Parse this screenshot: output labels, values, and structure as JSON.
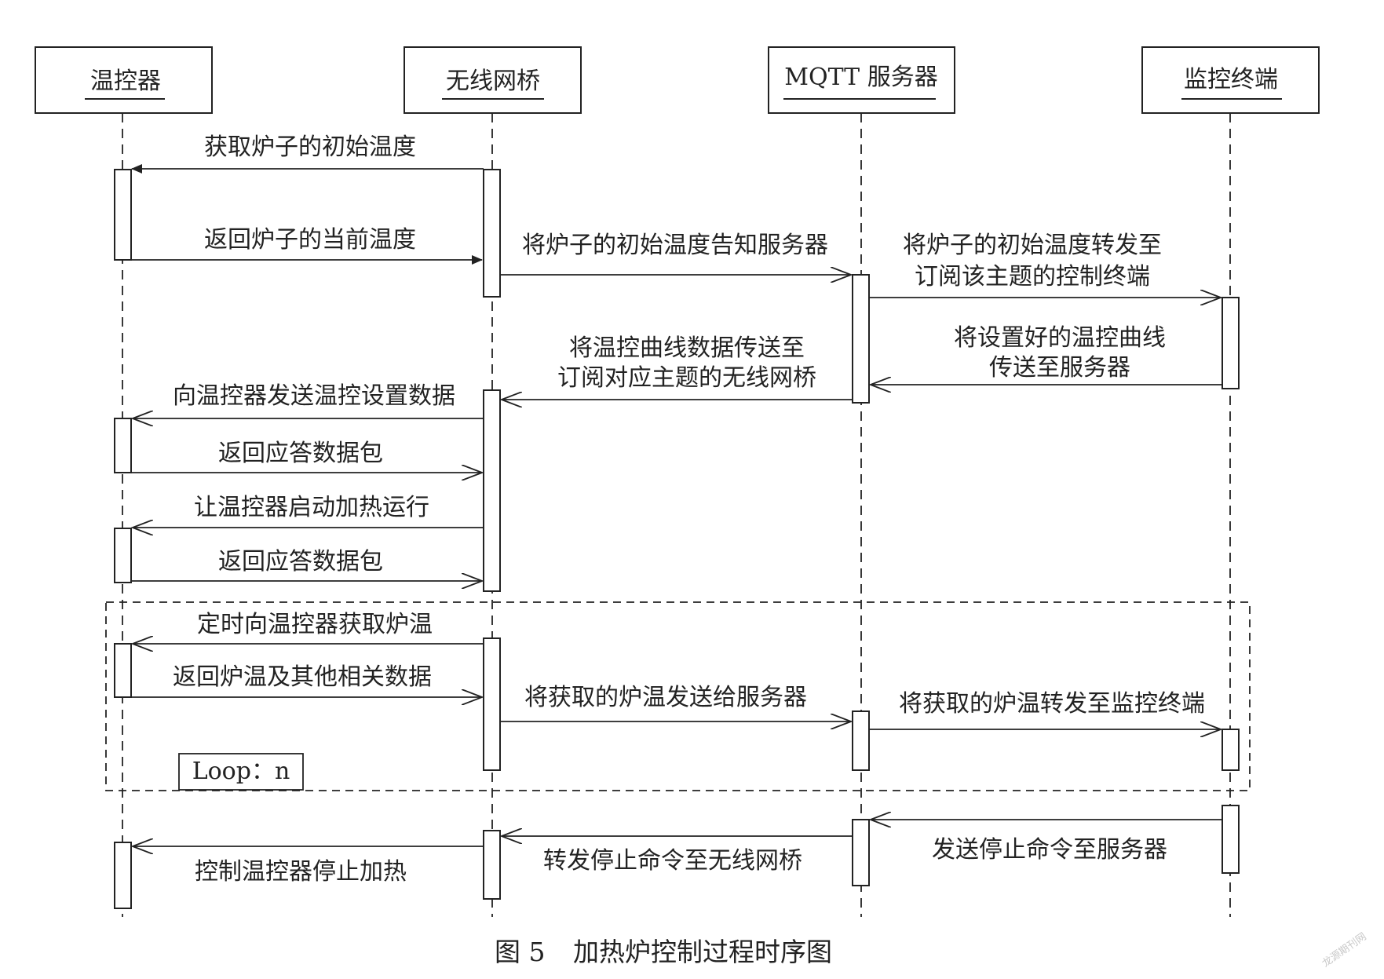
{
  "participants": [
    "温控器",
    "无线网桥",
    "MQTT 服务器",
    "监控终端"
  ],
  "messages": {
    "m1": "获取炉子的初始温度",
    "m2": "返回炉子的当前温度",
    "m3": "将炉子的初始温度告知服务器",
    "m4": [
      "将炉子的初始温度转发至",
      "订阅该主题的控制终端"
    ],
    "m5": [
      "将设置好的温控曲线",
      "传送至服务器"
    ],
    "m6": [
      "将温控曲线数据传送至",
      "订阅对应主题的无线网桥"
    ],
    "m7": "向温控器发送温控设置数据",
    "m8": "返回应答数据包",
    "m9": "让温控器启动加热运行",
    "m10": "返回应答数据包",
    "m11": "定时向温控器获取炉温",
    "m12": "返回炉温及其他相关数据",
    "m13": "将获取的炉温发送给服务器",
    "m14": "将获取的炉温转发至监控终端",
    "m15": "发送停止命令至服务器",
    "m16": "转发停止命令至无线网桥",
    "m17": "控制温控器停止加热"
  },
  "loop_label": "Loop：n",
  "caption": {
    "number": "图 5",
    "title": "加热炉控制过程时序图"
  },
  "watermark": "龙源期刊网",
  "colors": {
    "ink": "#222222",
    "background": "#ffffff"
  }
}
